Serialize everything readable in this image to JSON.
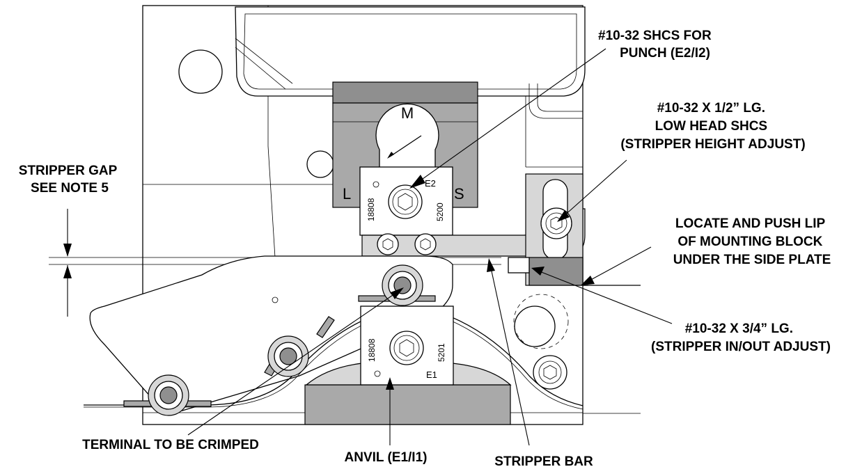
{
  "callouts": {
    "shcs_punch": [
      "#10-32 SHCS FOR",
      "PUNCH (E2/I2)"
    ],
    "low_head_shcs": [
      "#10-32 X 1/2” LG.",
      "LOW HEAD SHCS",
      "(STRIPPER HEIGHT ADJUST)"
    ],
    "stripper_gap": [
      "STRIPPER GAP",
      "SEE NOTE 5"
    ],
    "locate_push": [
      "LOCATE AND PUSH LIP",
      "OF MOUNTING BLOCK",
      "UNDER THE SIDE PLATE"
    ],
    "in_out_adjust": [
      "#10-32 X 3/4” LG.",
      "(STRIPPER IN/OUT ADJUST)"
    ],
    "terminal": "TERMINAL TO BE CRIMPED",
    "anvil": "ANVIL (E1/I1)",
    "stripper_bar": "STRIPPER BAR"
  },
  "part_marks": {
    "dial_m": "M",
    "dial_l": "L",
    "dial_s": "S",
    "punch_id": "E2",
    "punch_code_left": "18808",
    "punch_code_right": "5200",
    "anvil_id": "E1",
    "anvil_code_left": "18808",
    "anvil_code_right": "5201"
  },
  "colors": {
    "dark_gray": "#8f8f8f",
    "mid_gray": "#a9a9a9",
    "light_gray": "#d7d7d7",
    "ink": "#000000"
  }
}
